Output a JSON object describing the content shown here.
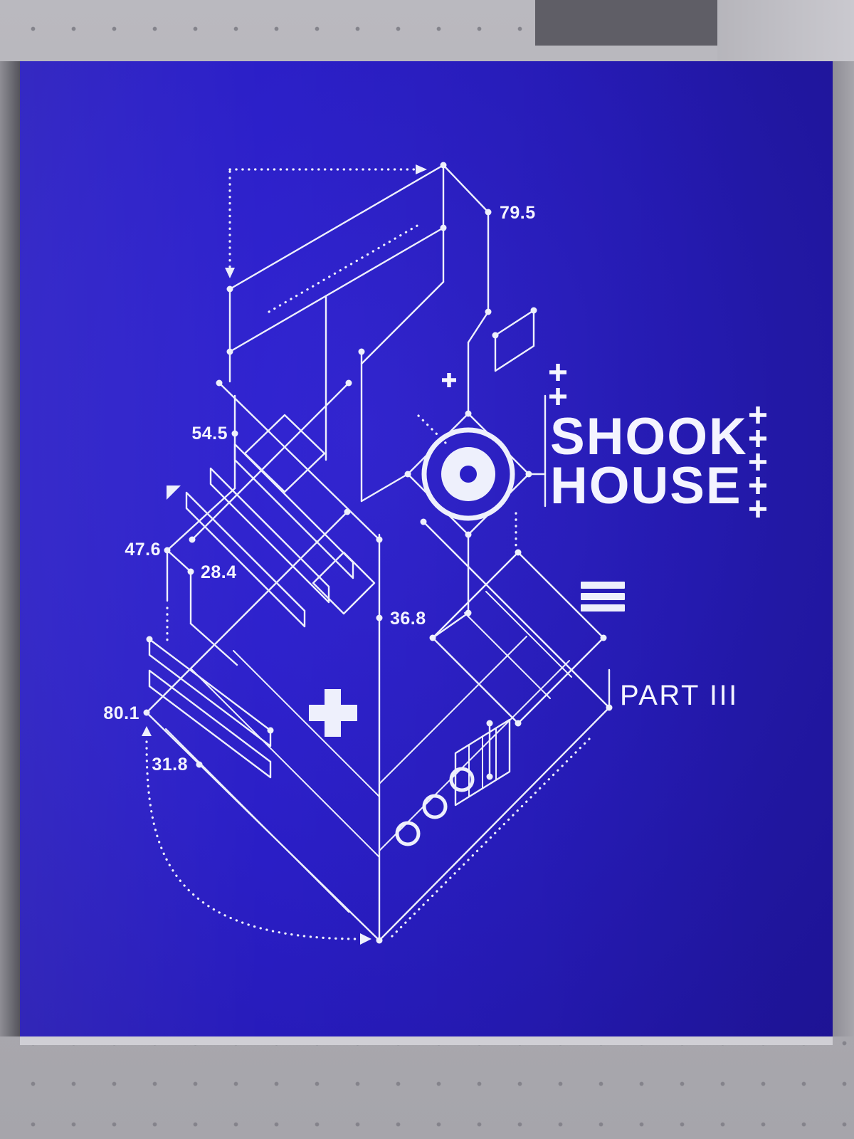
{
  "artwork": {
    "title_line1": "SHOOK",
    "title_line2": "HOUSE",
    "subtitle": "PART III",
    "measurements": {
      "top_right": "79.5",
      "mid_left": "54.5",
      "left_upper": "47.6",
      "left_mid": "28.4",
      "center": "36.8",
      "left_lower": "80.1",
      "bottom_left": "31.8"
    },
    "icons": [
      "record-icon",
      "menu-bars-icon",
      "plus-icon",
      "big-plus-icon",
      "flag-triangle-icon",
      "ring-icon",
      "arrow-icon"
    ],
    "colors": {
      "screen_blue": "#2a1ec6",
      "line_white": "#eef0fc",
      "desk_gray": "#b3b2b8",
      "shadow_dark": "#5f5e66"
    }
  }
}
